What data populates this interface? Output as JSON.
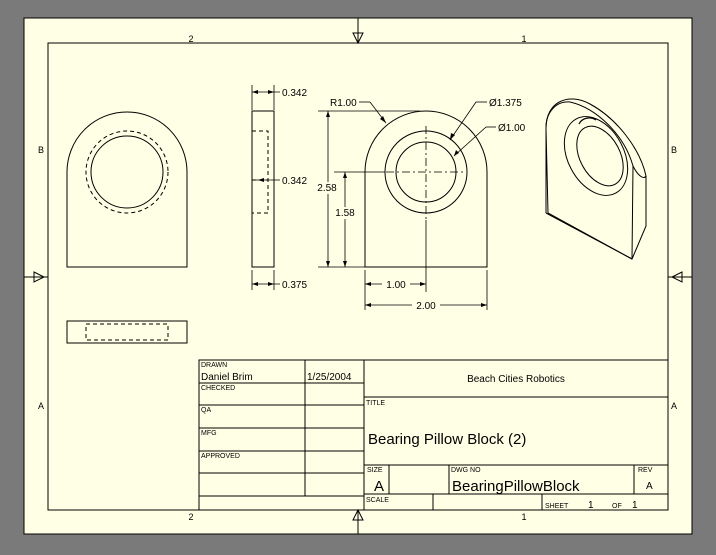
{
  "zone_labels": {
    "top_left": "2",
    "top_right": "1",
    "bottom_left": "2",
    "bottom_right": "1",
    "left_upper": "B",
    "left_lower": "A",
    "right_upper": "B",
    "right_lower": "A"
  },
  "dimensions": {
    "side_top_thickness": "0.342",
    "side_hole_offset": "0.342",
    "side_base_width": "0.375",
    "radius": "R1.00",
    "outer_diameter": "Ø1.375",
    "inner_diameter": "Ø1.00",
    "overall_height": "2.58",
    "center_height": "1.58",
    "center_offset": "1.00",
    "overall_width": "2.00"
  },
  "title_block": {
    "drawn_label": "DRAWN",
    "drawn_by": "Daniel Brim",
    "drawn_date": "1/25/2004",
    "checked_label": "CHECKED",
    "qa_label": "QA",
    "mfg_label": "MFG",
    "approved_label": "APPROVED",
    "company": "Beach Cities Robotics",
    "title_label": "TITLE",
    "title": "Bearing Pillow Block (2)",
    "size_label": "SIZE",
    "size": "A",
    "dwg_no_label": "DWG NO",
    "dwg_no": "BearingPillowBlock",
    "rev_label": "REV",
    "rev": "A",
    "scale_label": "SCALE",
    "sheet_label": "SHEET",
    "sheet_number": "1",
    "of_label": "OF",
    "sheet_total": "1"
  }
}
